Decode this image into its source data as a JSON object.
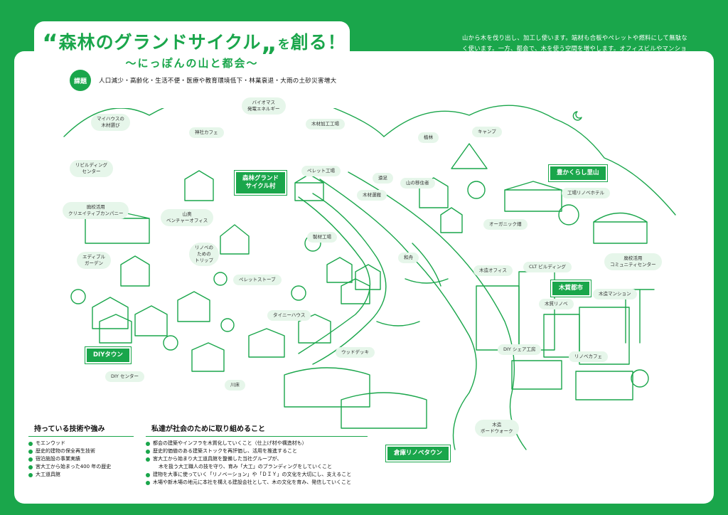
{
  "title": {
    "open_quote": "“",
    "main": "森林のグランドサイクル",
    "close_quote": "„",
    "particle": "を",
    "verb": "創る！"
  },
  "subtitle": "～にっぽんの山と都会～",
  "issue": {
    "badge": "課題",
    "text": "人口減少・高齢化・生活不便・医療や教育環境低下・林業衰退・大雨の土砂災害増大"
  },
  "intro": "山から木を伐り出し、加工し使います。端材も合板やペレットや燃料にして無駄なく使います。一方、都会で、木を使う空間を増やします。オフィスビルやマンションなどに使う柱や梁の構造材に気を使い、新しい木材市場（材・質・価格）を創ります。山と都会で、木材循環を創るとともに、、山の建築ストックを活用した宿泊施設などの整備、地方創生につながる「森林グランドサイクル」を生み出したいと考えています。",
  "labels": {
    "my_house": "マイハウスの\n木材選び",
    "biomass": "バイオマス\n発電エネルギー",
    "lumber_factory": "木材加工工場",
    "shrine_cafe": "神社カフェ",
    "forestation": "植林",
    "camp": "キャンプ",
    "rebuilding": "リビルディング\nセンター",
    "pellet_factory": "ペレット工場",
    "hiking": "遠足",
    "mountain_resident": "山の移住者",
    "lumber_transport": "木材運搬",
    "hotel": "廃校活用\nクリエイティブカンパニー",
    "village_venture": "山奥\nベンチャーオフィス",
    "factory_hotel": "工場リノベホテル",
    "organic": "オーガニック畑",
    "renov_trip": "リノベの\nための\nトリップ",
    "edible": "エディブル\nガーデン",
    "plywood": "製材工場",
    "japanese_boat": "和舟",
    "wood_office": "木造オフィス",
    "clt": "CLT ビルディング",
    "school_community": "廃校活用\nコミュニティセンター",
    "pellet_stove": "ペレットストーブ",
    "tiny_house": "タイニーハウス",
    "wood_mansion": "木造マンション",
    "wood_renov": "木質リノベ",
    "diy_share": "DIY シェア工房",
    "wood_deck": "ウッドデッキ",
    "renov_cafe": "リノベカフェ",
    "diy_center": "DIY センター",
    "riverbed": "川床",
    "boardwalk": "木造\nボードウォーク"
  },
  "tags": {
    "forest_village": "森林グランド\nサイクル村",
    "satoyama": "豊かくらし里山",
    "wood_city": "木質都市",
    "diy_town": "DIYタウン",
    "warehouse": "倉庫リノベタウン"
  },
  "strengths": {
    "heading": "持っている技術や強み",
    "items": [
      "モエンウッド",
      "歴史的建物の保全再生技術",
      "宿泊施設の事業実績",
      "宮大工から始まった400 年の歴史",
      "大工道具館"
    ]
  },
  "actions": {
    "heading": "私達が社会のために取り組めること",
    "items": [
      "都会の建築やインフラを木質化していくこと（仕上げ材や構造材も）",
      "歴史的価値のある建築ストックを再評価し、活用を推進すること",
      "宮大工から始まり大工道具館を整備した当社グループが、",
      "建物を大事に使っていく「リノベーション」や「ＤＩＹ」の文化を大切にし、支えること",
      "木場や新木場の地元に本社を構える建設会社として、木の文化を育み、発信していくこと"
    ],
    "continuation": "木を扱う大工職人の技を守り、育み「大工」のブランディングをしていくこと"
  },
  "colors": {
    "brand_green": "#1aa64b",
    "label_bg": "#e6f6ea"
  }
}
